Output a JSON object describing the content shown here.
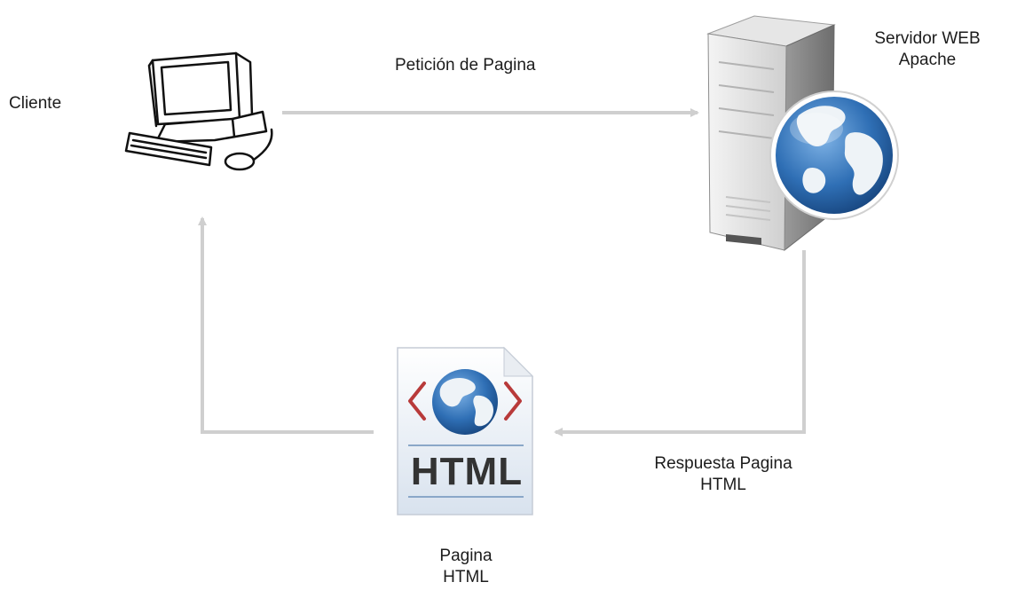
{
  "labels": {
    "client": "Cliente",
    "request": "Petición de Pagina",
    "server_line1": "Servidor WEB",
    "server_line2": "Apache",
    "response_line1": "Respuesta Pagina",
    "response_line2": "HTML",
    "page_line1": "Pagina",
    "page_line2": "HTML"
  },
  "document_icon": {
    "text": "HTML"
  },
  "colors": {
    "arrow": "#cfcfcf",
    "html_text": "#333333",
    "bracket": "#b83a3a",
    "globe_ocean": "#2f6fb5",
    "globe_land": "#e8eef3",
    "server_body": "#d9d9d9"
  },
  "icons": [
    "computer-icon",
    "server-icon",
    "globe-icon",
    "html-document-icon"
  ]
}
